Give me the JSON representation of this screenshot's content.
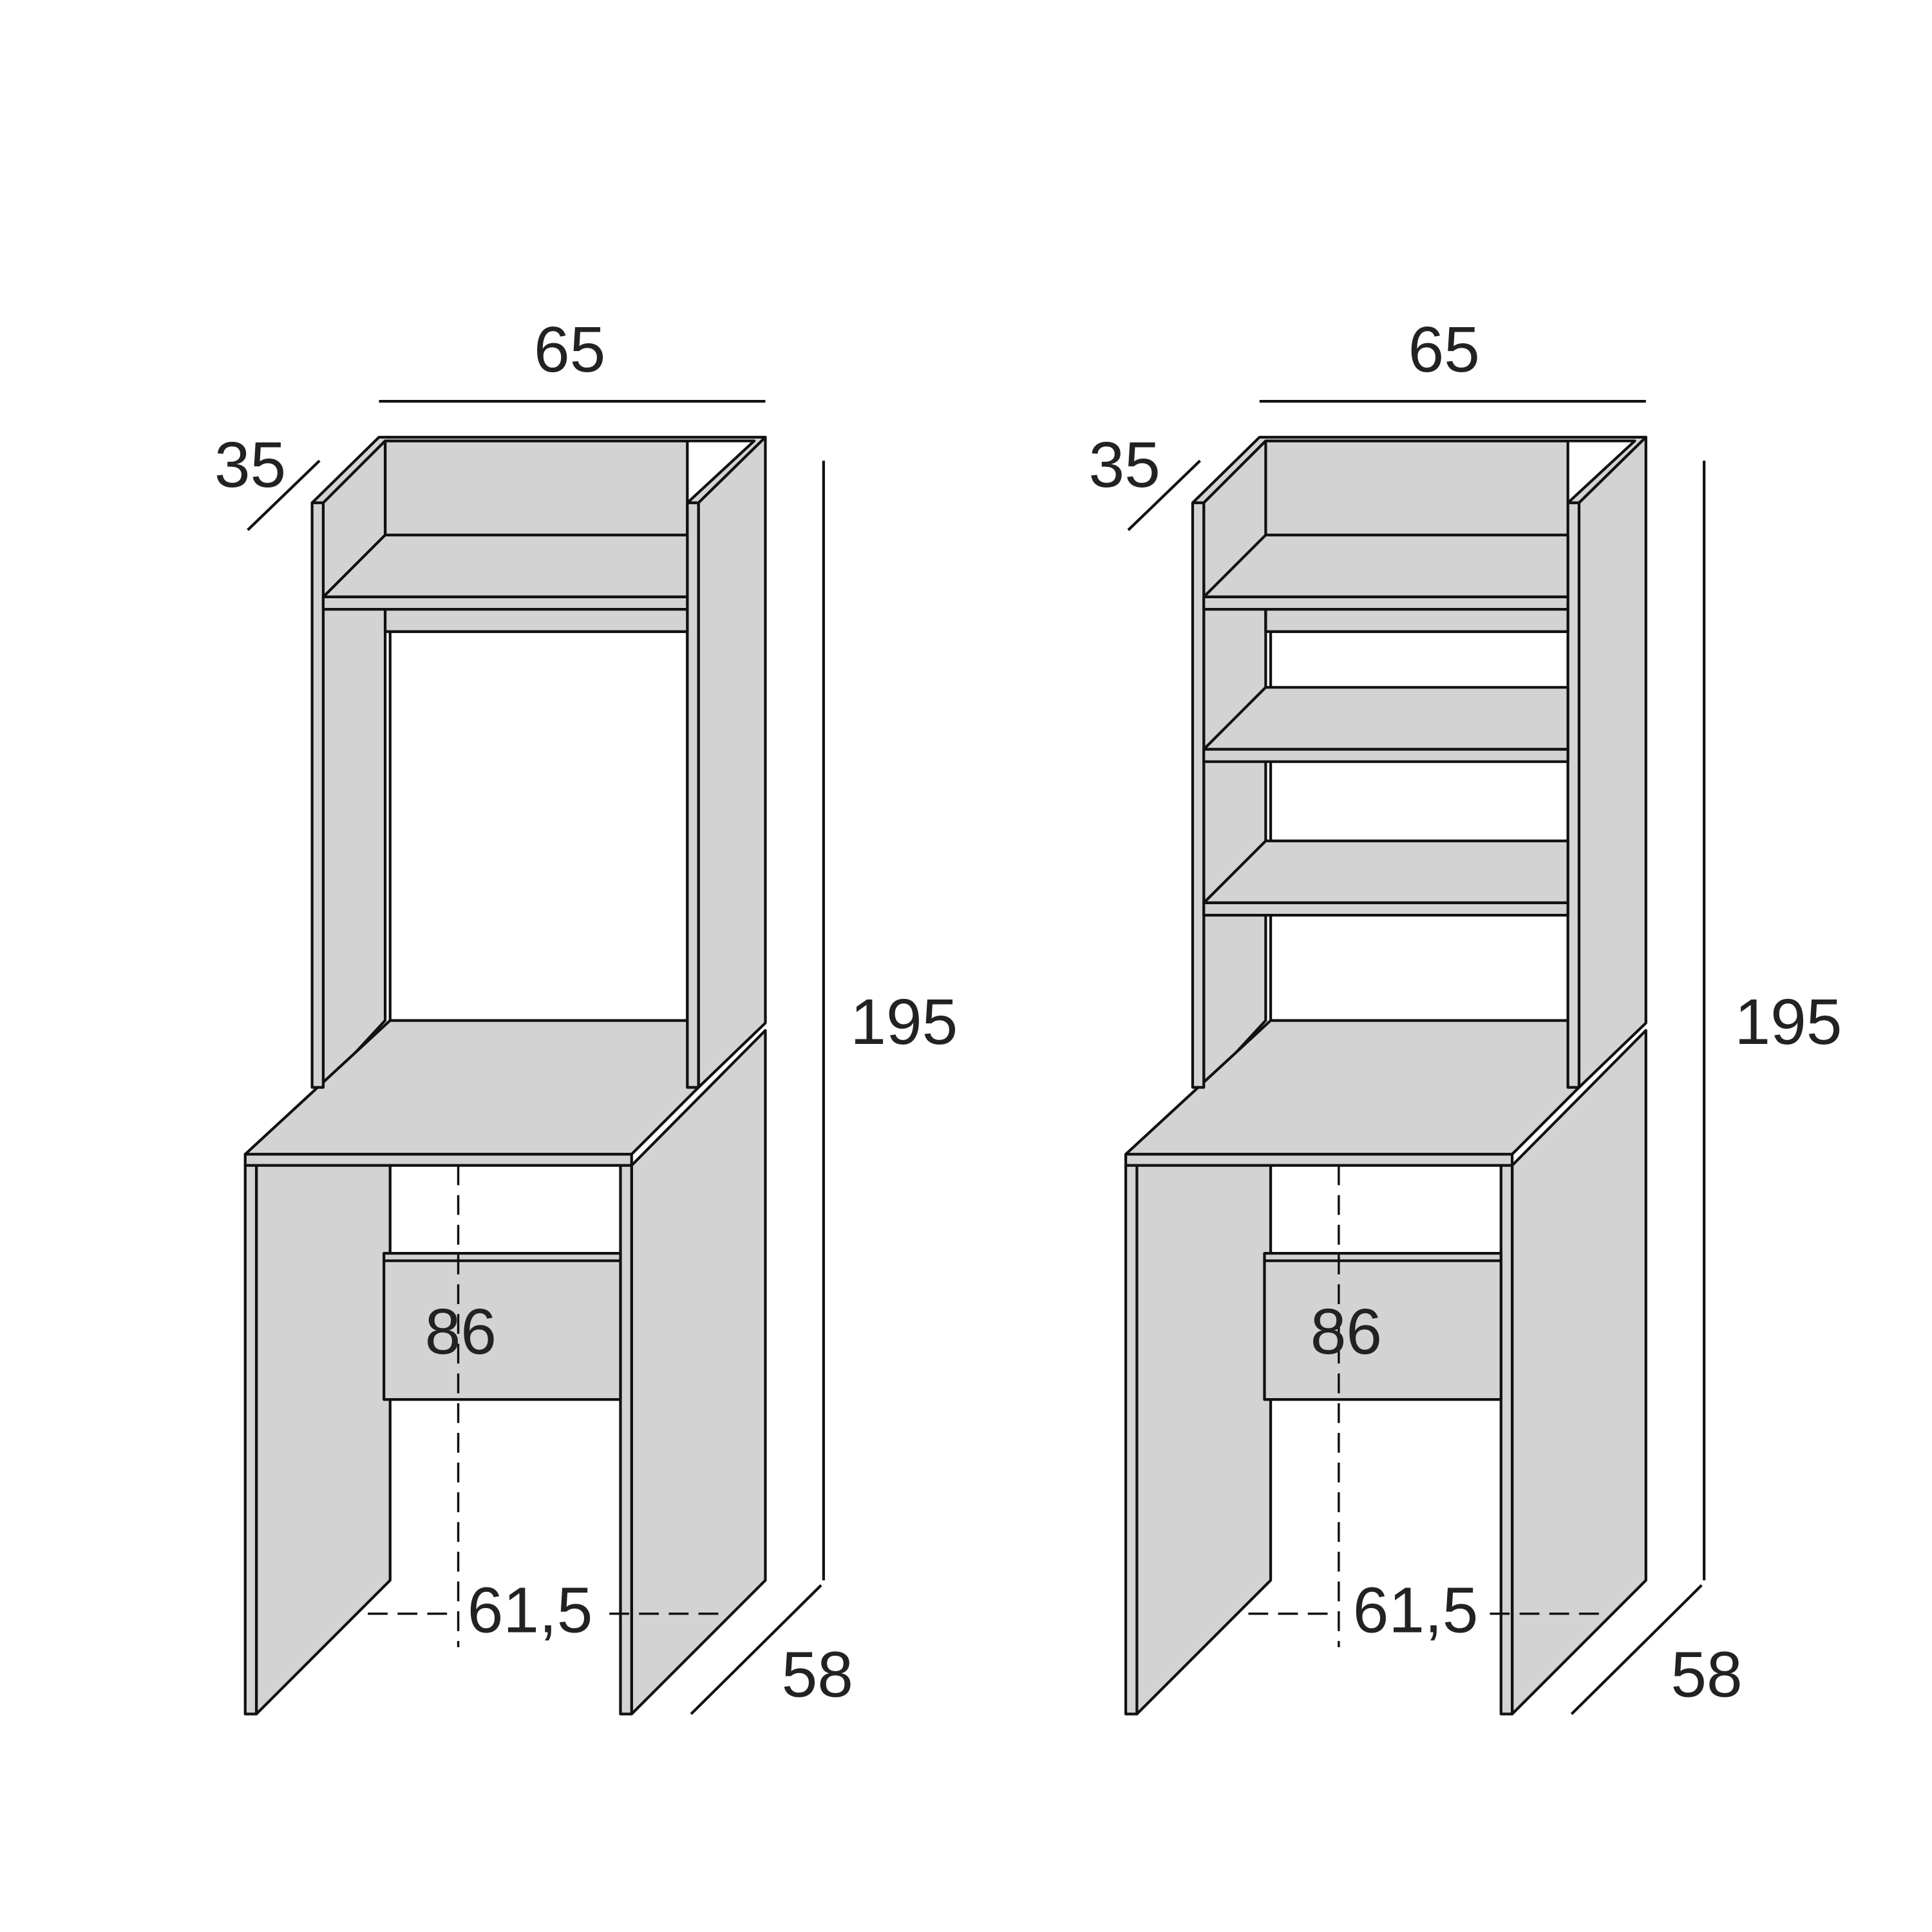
{
  "units": [
    {
      "name": "desk-with-open-hutch",
      "extra_shelves": 0,
      "dimensions": {
        "width": "65",
        "hutch_depth": "35",
        "height": "195",
        "desk_height": "86",
        "knee_width": "61,5",
        "desk_depth": "58"
      }
    },
    {
      "name": "desk-with-shelved-hutch",
      "extra_shelves": 2,
      "dimensions": {
        "width": "65",
        "hutch_depth": "35",
        "height": "195",
        "desk_height": "86",
        "knee_width": "61,5",
        "desk_depth": "58"
      }
    }
  ],
  "colors": {
    "panel": "#d3d3d3",
    "line": "#111111"
  }
}
